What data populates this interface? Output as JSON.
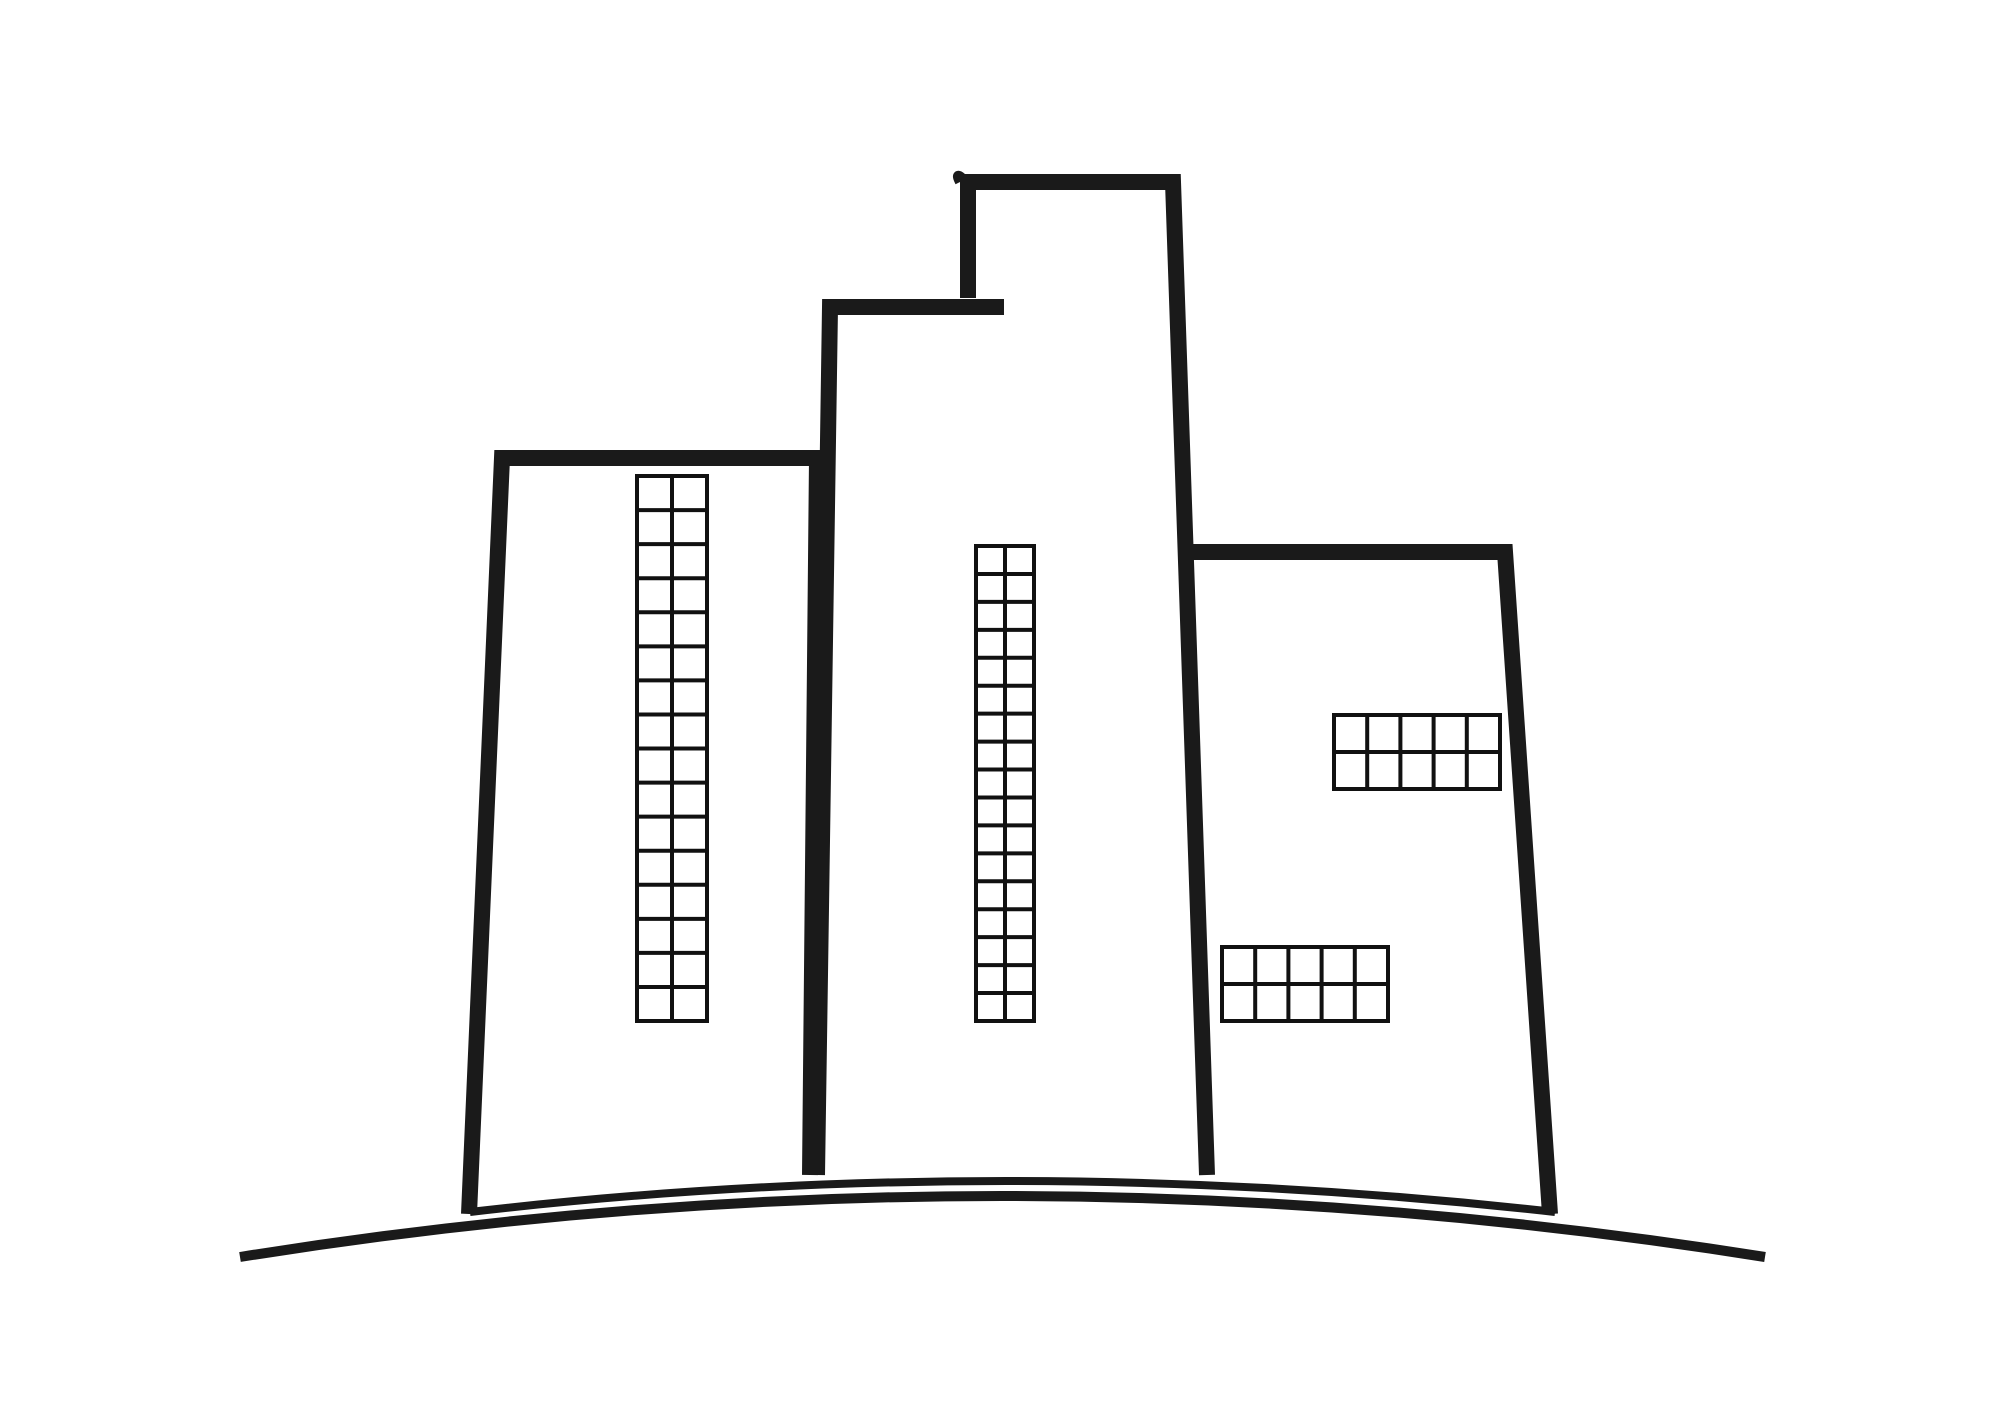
{
  "illustration": {
    "subject": "city-buildings-outline",
    "stroke_color": "#1a1a1a",
    "background_color": "#ffffff",
    "buildings": [
      {
        "name": "left-building",
        "windows": [
          {
            "name": "left-building-window",
            "cols": 2,
            "rows": 16
          }
        ]
      },
      {
        "name": "center-building",
        "windows": [
          {
            "name": "center-building-window",
            "cols": 2,
            "rows": 17
          }
        ]
      },
      {
        "name": "right-building",
        "windows": [
          {
            "name": "right-building-upper-window",
            "cols": 5,
            "rows": 2
          },
          {
            "name": "right-building-lower-window",
            "cols": 5,
            "rows": 2
          }
        ]
      }
    ]
  }
}
